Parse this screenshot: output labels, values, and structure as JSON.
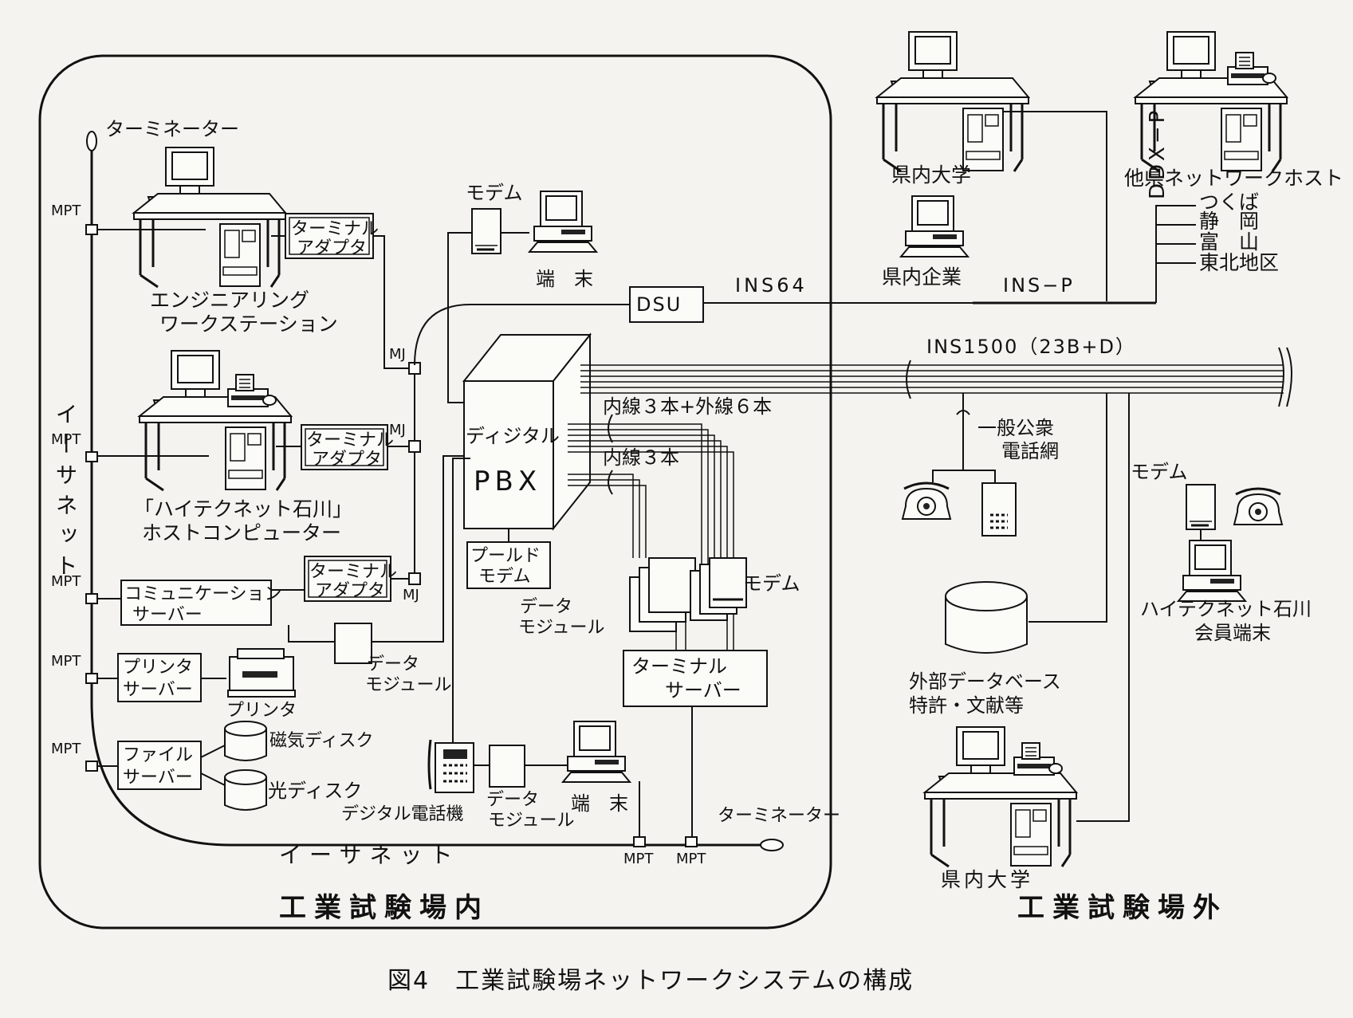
{
  "diagram": {
    "inside_title": "工業試験場内",
    "outside_title": "工業試験場外",
    "caption": "図4　工業試験場ネットワークシステムの構成",
    "ethernet_vertical": "イーサネット",
    "ethernet_horizontal": "イーサネット",
    "terminator_top": "ターミネーター",
    "terminator_bottom": "ターミネーター",
    "mpt": "MPT",
    "mj": "MJ",
    "workstation": [
      "エンジニアリング",
      "ワークステーション"
    ],
    "host": [
      "「ハイテクネット石川」",
      "ホストコンピューター"
    ],
    "terminal_adapter": [
      "ターミナル",
      "アダプタ"
    ],
    "comm_server": [
      "コミュニケーション",
      "サーバー"
    ],
    "printer_server": [
      "プリンタ",
      "サーバー"
    ],
    "printer": "プリンタ",
    "file_server": [
      "ファイル",
      "サーバー"
    ],
    "magnetic_disk": "磁気ディスク",
    "optical_disk": "光ディスク",
    "modem": "モデム",
    "terminal": "端　末",
    "dsu": "DSU",
    "ins64": "INS64",
    "ins_p": "INS−P",
    "ddx_p": "DDX−P",
    "ins1500": "INS1500（23B+D）",
    "pbx": [
      "ディジタル",
      "PBX"
    ],
    "lines_a": "内線３本+外線６本",
    "lines_b": "内線３本",
    "pooled_modem": [
      "プールド",
      "モデム"
    ],
    "data_module": [
      "データ",
      "モジュール"
    ],
    "terminal_server": [
      "ターミナル",
      "サーバー"
    ],
    "digital_phone": "デジタル電話機",
    "univ_top": "県内大学",
    "company": "県内企業",
    "other_host": "他県ネットワークホスト",
    "other_sites": [
      "つくば",
      "静　岡",
      "富　山",
      "東北地区"
    ],
    "public_net": [
      "一般公衆",
      "電話網"
    ],
    "external_db": [
      "外部データベース",
      "特許・文献等"
    ],
    "member_terminal": [
      "ハイテクネット石川",
      "会員端末"
    ],
    "univ_bottom": "県内大学"
  }
}
